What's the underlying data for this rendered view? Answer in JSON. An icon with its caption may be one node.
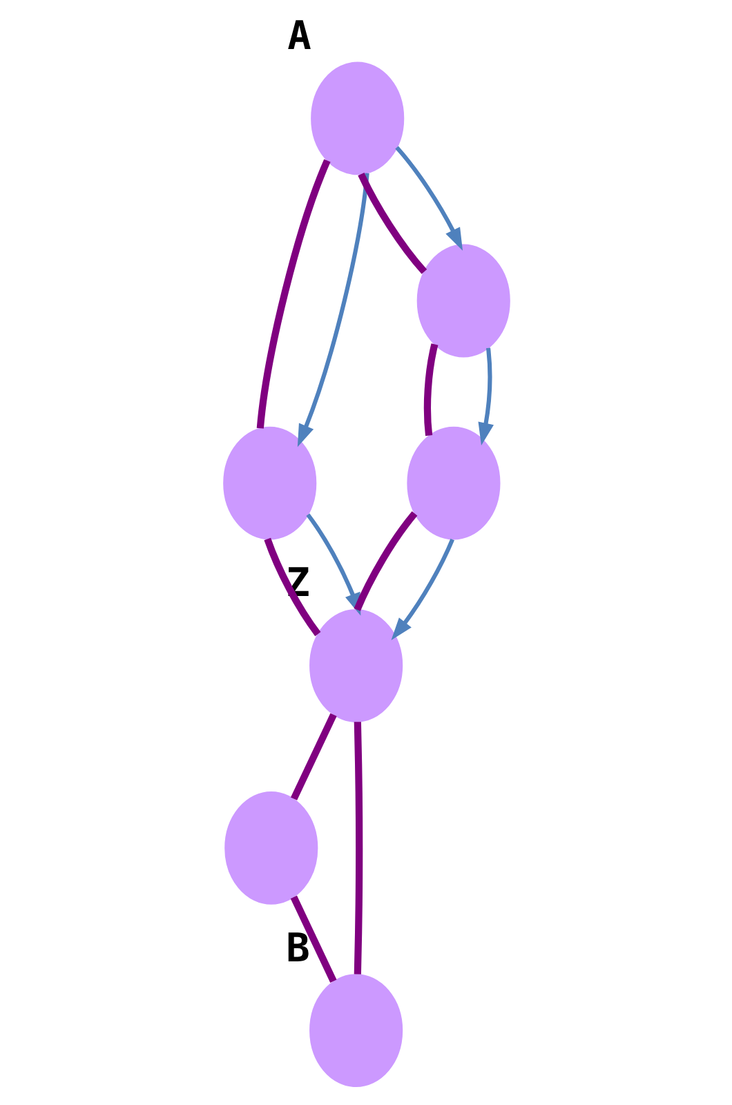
{
  "diagram": {
    "nodes": [
      {
        "text": [],
        "shape": "ellipse",
        "beside": [
          "A"
        ]
      },
      {
        "text": [],
        "shape": "ellipse"
      },
      {
        "text": [],
        "shape": "ellipse"
      },
      {
        "text": [],
        "shape": "ellipse",
        "beside": [
          "Z"
        ]
      },
      {
        "text": [],
        "shape": "ellipse"
      },
      {
        "text": [],
        "shape": "ellipse",
        "beside": [
          "B"
        ]
      },
      {
        "text": [],
        "shape": "ellipse"
      }
    ],
    "edges": [
      {
        "from": 0,
        "to": 1,
        "arrow": "none"
      },
      {
        "from": 0,
        "to": 2,
        "arrow": "none"
      },
      {
        "from": 1,
        "to": 3,
        "arrow": "none"
      },
      {
        "from": 2,
        "to": 6,
        "arrow": "none"
      },
      {
        "from": 6,
        "to": 3,
        "arrow": "none"
      },
      {
        "from": 3,
        "to": 4,
        "arrow": "none"
      },
      {
        "from": 3,
        "to": 5,
        "arrow": "none"
      },
      {
        "from": 4,
        "to": 5,
        "arrow": "none"
      },
      {
        "from": 0,
        "to": 1,
        "arrow": "to",
        "color": "#4f81bd"
      },
      {
        "from": 0,
        "to": 2,
        "arrow": "to",
        "color": "#4f81bd"
      },
      {
        "from": 1,
        "to": 3,
        "arrow": "to",
        "color": "#4f81bd"
      },
      {
        "from": 2,
        "to": 6,
        "arrow": "to",
        "color": "#4f81bd"
      },
      {
        "from": 6,
        "to": 3,
        "arrow": "to",
        "color": "#4f81bd"
      }
    ]
  }
}
